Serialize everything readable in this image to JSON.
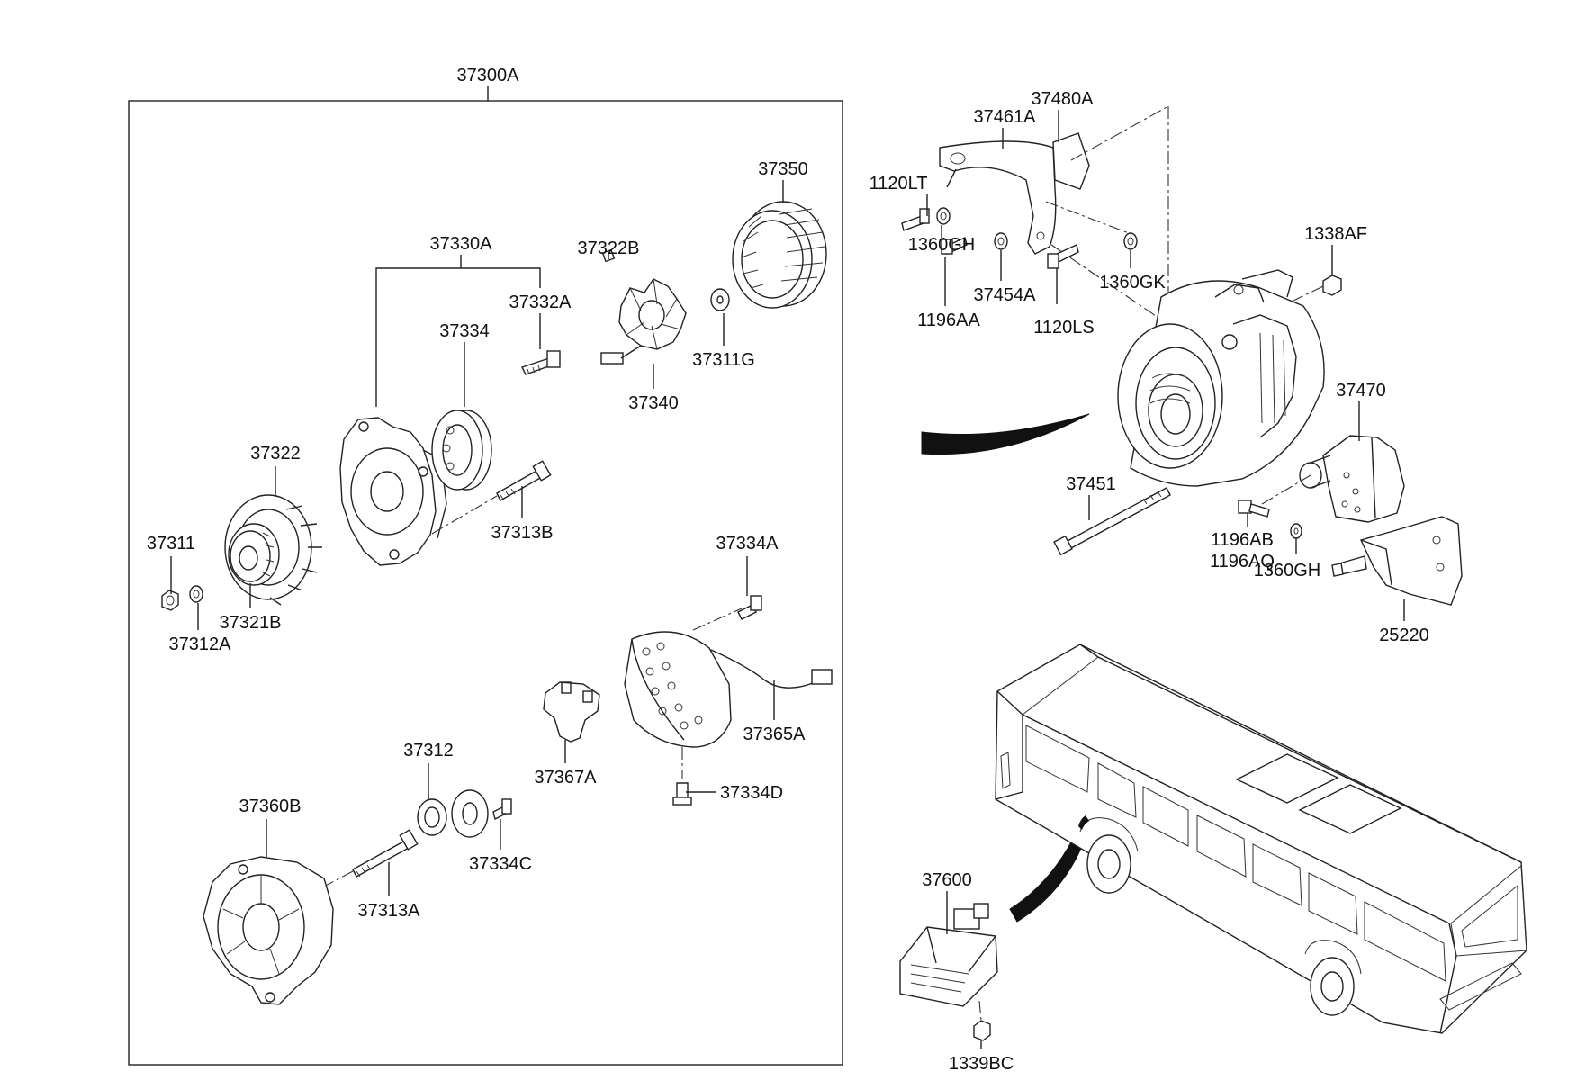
{
  "labels": {
    "assy": "37300A",
    "housing_assy": "37330A",
    "bearing": "37334",
    "screw_a": "37332A",
    "key": "37322B",
    "pulley_big": "37350",
    "rotor": "37340",
    "washer_g": "37311G",
    "fan": "37322",
    "nut": "37311",
    "pulley": "37321B",
    "washer_a": "37312A",
    "bolt_b": "37313B",
    "screw_334a": "37334A",
    "stator": "37365A",
    "brush": "37367A",
    "screw_334d": "37334D",
    "spacer": "37312",
    "screw_334c": "37334C",
    "rear_housing": "37360B",
    "bolt_a": "37313A",
    "bracket_480a": "37480A",
    "bracket_461a": "37461A",
    "bolt_1120lt": "1120LT",
    "washer_1360gh_top": "1360GH",
    "bolt_1196aa": "1196AA",
    "washer_37454a": "37454A",
    "bolt_1120ls": "1120LS",
    "washer_1360gk": "1360GK",
    "nut_1338af": "1338AF",
    "bracket_37470": "37470",
    "bolt_37451": "37451",
    "bolt_1196ab": "1196AB",
    "bolt_1196aq": "1196AQ",
    "washer_1360gh_bot": "1360GH",
    "mount_25220": "25220",
    "regulator": "37600",
    "nut_1339bc": "1339BC"
  },
  "colors": {
    "line": "#222222",
    "background": "#ffffff",
    "arrow": "#111111"
  }
}
